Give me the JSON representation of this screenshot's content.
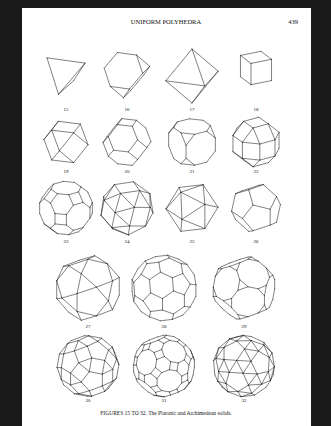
{
  "diagram": {
    "title": "UNIFORM POLYHEDRA",
    "caption": "FIGURES 15 TO 32. The Platonic and Archimedean solids.",
    "labels": [
      "439",
      "15",
      "16",
      "17",
      "18",
      "19",
      "20",
      "21",
      "22",
      "23",
      "24",
      "25",
      "26",
      "27",
      "28",
      "29",
      "30",
      "31",
      "32"
    ]
  }
}
